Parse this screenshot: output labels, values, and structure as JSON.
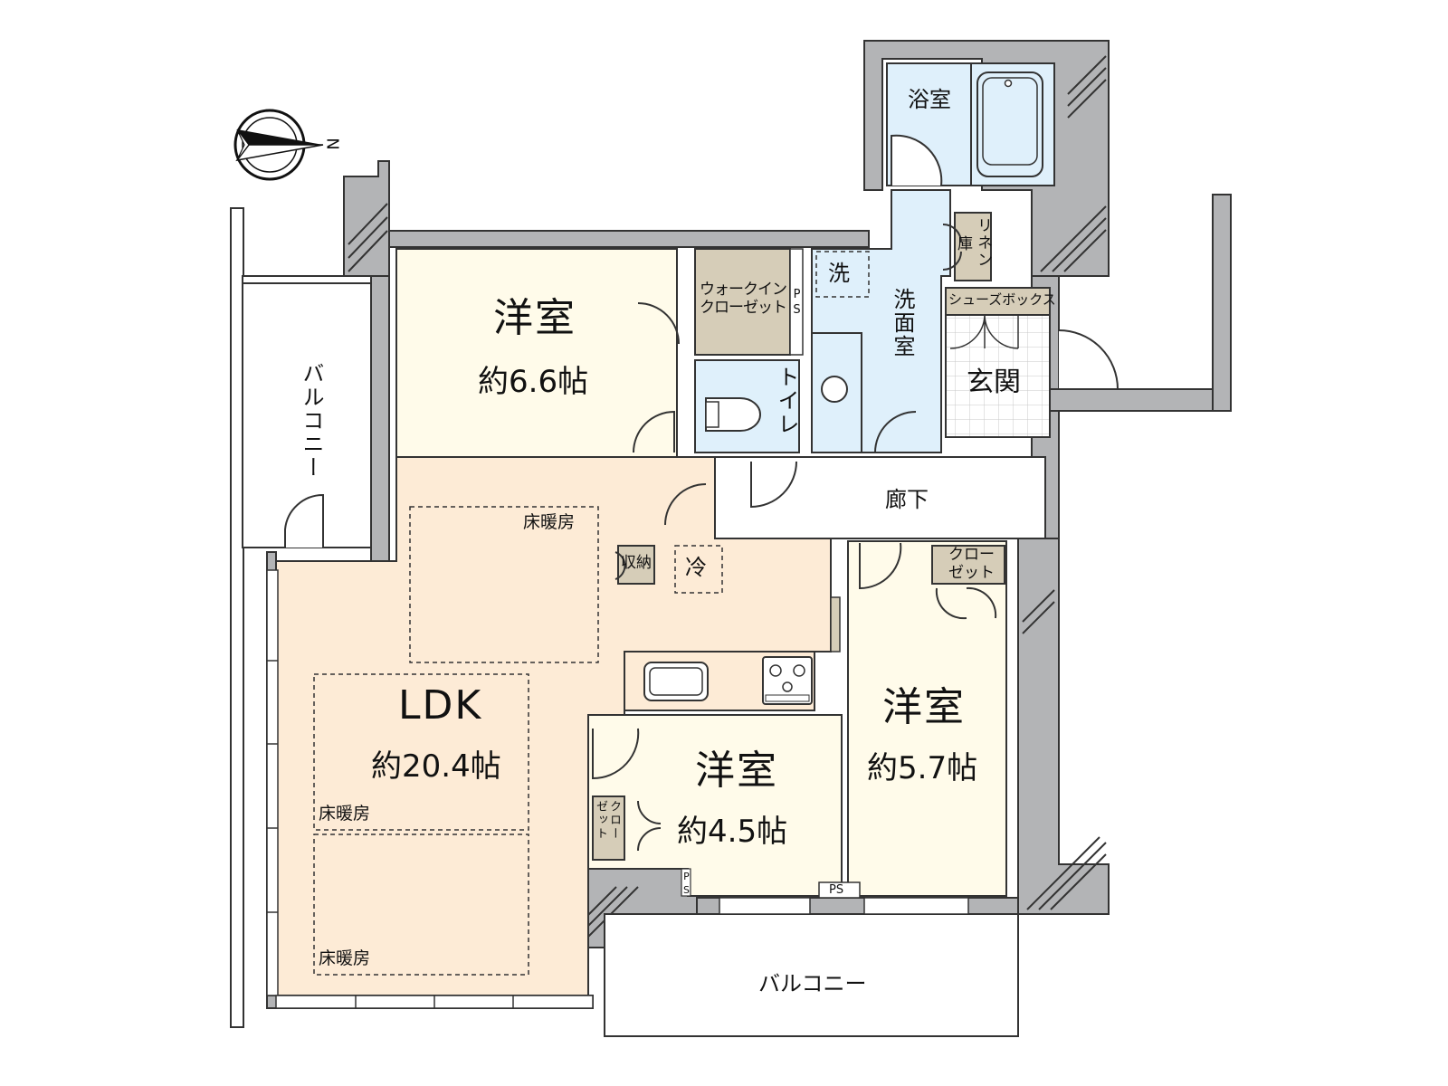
{
  "compass": {
    "icon": "compass-north-arrow-icon",
    "label": "N"
  },
  "colors": {
    "wall": "#b3b4b6",
    "wall_stroke": "#333333",
    "western_room": "#fffbea",
    "ldk": "#fdebd6",
    "wet_area": "#dff0fb",
    "storage": "#d6cdb8",
    "balcony": "#ffffff"
  },
  "rooms": {
    "western_a": {
      "name": "洋室",
      "area": "約6.6帖"
    },
    "western_b": {
      "name": "洋室",
      "area": "約5.7帖"
    },
    "western_c": {
      "name": "洋室",
      "area": "約4.5帖"
    },
    "ldk": {
      "name": "LDK",
      "area": "約20.4帖"
    },
    "bathroom": {
      "name": "浴室"
    },
    "washroom": {
      "name": "洗面室"
    },
    "toilet": {
      "name": "トイレ"
    },
    "entrance": {
      "name": "玄関"
    },
    "hallway": {
      "name": "廊下"
    }
  },
  "storage": {
    "walk_in_closet": "ウォークインクローゼット",
    "walk_in_closet_line1": "ウォークイン",
    "walk_in_closet_line2": "クローゼット",
    "linen": "リネン庫",
    "linen_vert": "リネン",
    "linen_side": "庫",
    "shoebox": "シューズボックス",
    "closet_b_line1": "クロー",
    "closet_b_line2": "ゼット",
    "closet_c_col1": "クロー",
    "closet_c_col2": "ゼット",
    "kitchen_storage": "収納"
  },
  "fixtures": {
    "washer": "洗",
    "fridge": "冷",
    "ps": "PS"
  },
  "floor_heating": [
    "床暖房",
    "床暖房",
    "床暖房"
  ],
  "balconies": {
    "west": "バルコニー",
    "south": "バルコニー"
  }
}
